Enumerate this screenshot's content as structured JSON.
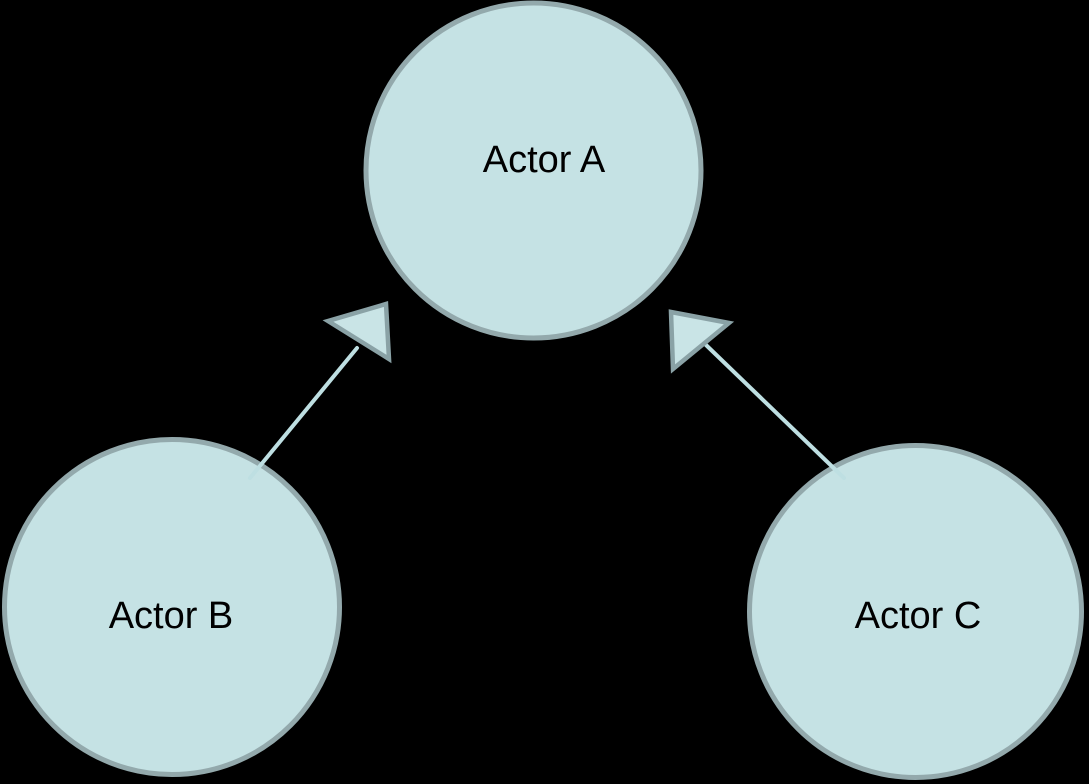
{
  "diagram": {
    "type": "node-edge-graph",
    "nodes": [
      {
        "id": "actor-a",
        "label": "Actor A",
        "shape": "circle"
      },
      {
        "id": "actor-b",
        "label": "Actor B",
        "shape": "circle"
      },
      {
        "id": "actor-c",
        "label": "Actor C",
        "shape": "circle"
      }
    ],
    "edges": [
      {
        "from": "actor-b",
        "to": "actor-a",
        "arrowhead": "filled-triangle"
      },
      {
        "from": "actor-c",
        "to": "actor-a",
        "arrowhead": "filled-triangle"
      }
    ],
    "colors": {
      "background": "#000000",
      "node_fill": "#c5e2e4",
      "node_stroke": "#93a9ac",
      "edge_line": "#bedfe2",
      "arrow_fill": "#c9e4e6",
      "arrow_stroke": "#8aa2a6",
      "label_text": "#000000"
    }
  }
}
